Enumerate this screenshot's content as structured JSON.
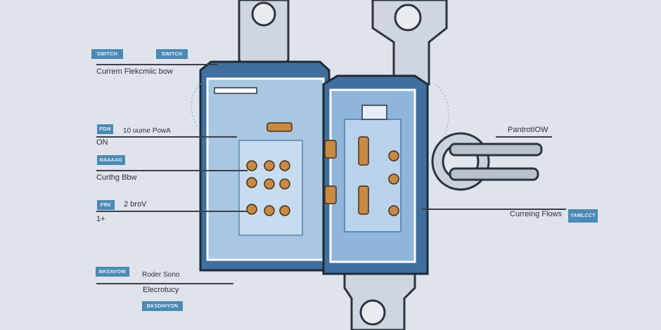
{
  "labels_left": {
    "tag_1": "SWITCH",
    "tag_2": "SWITCH",
    "title_text": "Currem Flekcmiic bow",
    "tag_3": "PDM",
    "text_2": "10 uume PowA",
    "text_3": "ON",
    "tag_4": "NAAAAG",
    "text_4": "Curthg Bbw",
    "tag_5": "PRK",
    "text_5": "2 broV",
    "text_6": "1+",
    "tag_6": "BKSAVOW",
    "text_7": "Roder Sono",
    "text_8": "Elecrotucy",
    "tag_7": "BKSDIHYON"
  },
  "labels_right": {
    "text_1": "PantrotIOW",
    "text_2": "Curreing Flows",
    "tag_1": "YAMLCCT"
  },
  "colors": {
    "background": "#dfe4ec",
    "housing": "#3f6f9e",
    "tag": "#4b8ab5",
    "copper": "#b87333"
  }
}
